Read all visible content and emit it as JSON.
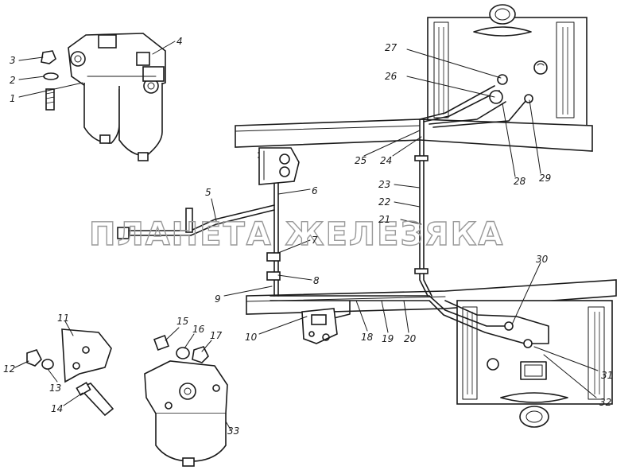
{
  "watermark": "ПЛАНЕТА ЖЕЛЕЗЯКА",
  "callouts": [
    "1",
    "2",
    "3",
    "4",
    "5",
    "6",
    "7",
    "8",
    "9",
    "10",
    "11",
    "12",
    "13",
    "14",
    "15",
    "16",
    "17",
    "18",
    "19",
    "20",
    "21",
    "22",
    "23",
    "24",
    "25",
    "26",
    "27",
    "28",
    "29",
    "30",
    "31",
    "32",
    "33"
  ]
}
